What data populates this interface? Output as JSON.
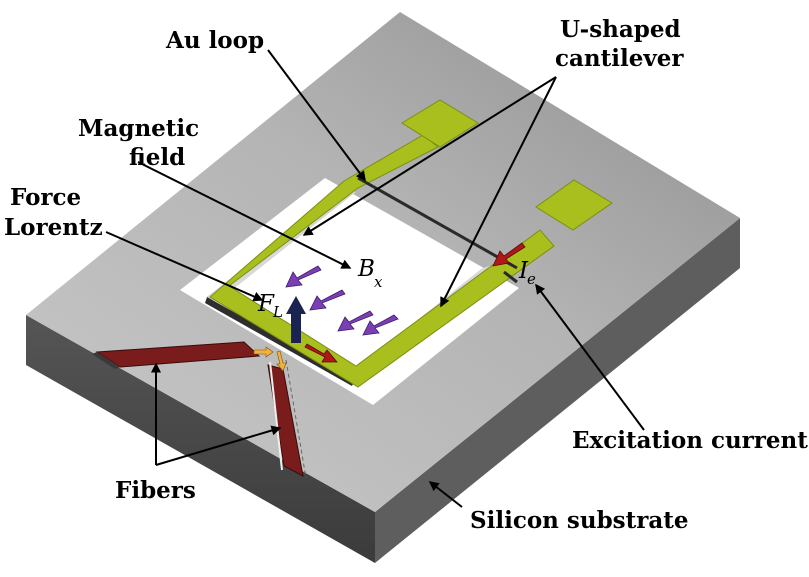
{
  "labels": {
    "au_loop": "Au loop",
    "u_shaped_line1": "U-shaped",
    "u_shaped_line2": "cantilever",
    "magnetic_line1": "Magnetic",
    "magnetic_line2": "field",
    "force_line1": "Force",
    "force_line2": "Lorentz",
    "excitation_current": "Excitation current",
    "fibers": "Fibers",
    "silicon_substrate": "Silicon substrate"
  },
  "symbols": {
    "b_main": "B",
    "b_sub": "x",
    "f_main": "F",
    "f_sub": "L",
    "i_main": "I",
    "i_sub": "e"
  },
  "colors": {
    "substrate_top": "#a8a8a8",
    "substrate_front": "#4a4a4a",
    "substrate_side": "#5e5e5e",
    "cavity": "#ffffff",
    "gold_trace": "#a9bf1e",
    "field_arrow": "#7b3fb5",
    "current_arrow": "#b01818",
    "force_arrow": "#1b2450",
    "fiber": "#7a1c1c",
    "fiber_arrow": "#f2b23a"
  }
}
